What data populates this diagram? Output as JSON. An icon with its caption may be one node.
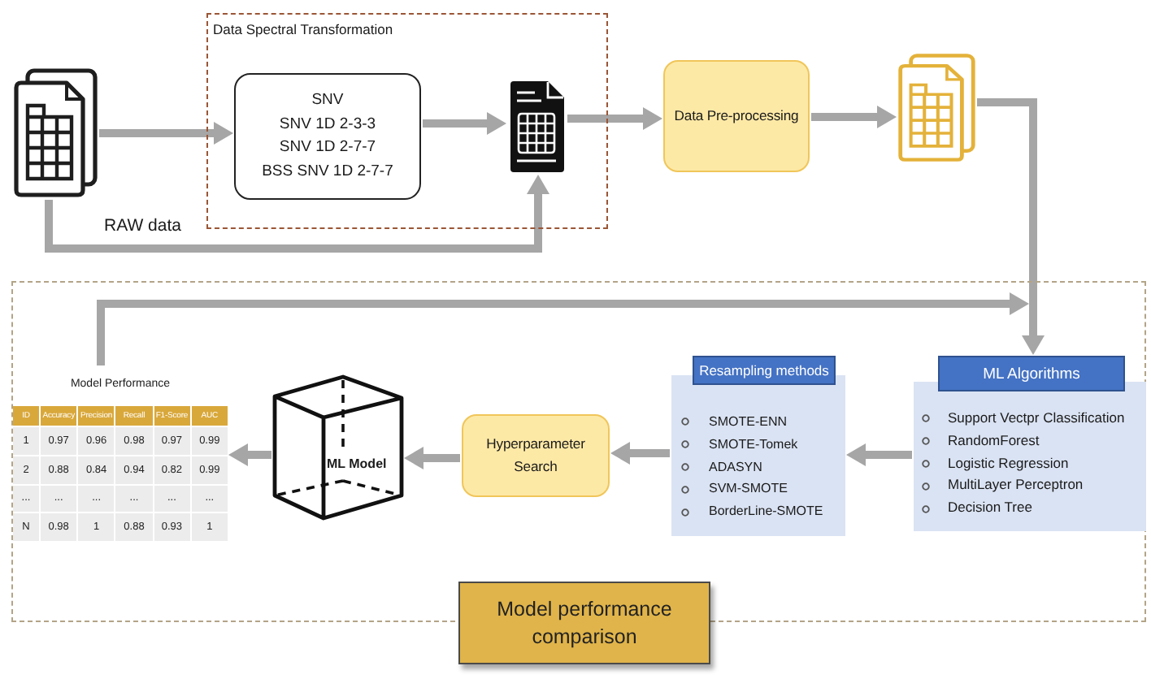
{
  "diagram": {
    "nodes": [
      {
        "text": [],
        "shape": "picture"
      },
      {
        "text": [
          "Data Spectral Transformation"
        ]
      },
      {
        "text": [
          "SNV",
          "SNV 1D 2-3-3",
          "SNV 1D 2-7-7",
          "BSS SNV 1D 2-7-7"
        ],
        "in": 1
      },
      {
        "text": [],
        "shape": "picture",
        "in": 1
      },
      {
        "text": [
          "Data Pre-processing"
        ]
      },
      {
        "text": [],
        "shape": "picture"
      },
      {
        "text": [
          "ML Algorithms",
          "Support Vectpr Classification",
          "RandomForest",
          "Logistic Regression",
          "MultiLayer Perceptron",
          "Decision Tree"
        ]
      },
      {
        "text": [
          "Resampling methods",
          "SMOTE-ENN",
          "SMOTE-Tomek",
          "ADASYN",
          "SVM-SMOTE",
          "BorderLine-SMOTE"
        ]
      },
      {
        "text": [
          "Hyperparameter Search"
        ]
      },
      {
        "text": [
          "ML Model"
        ]
      },
      {
        "text": [
          "Model Performance"
        ]
      },
      {
        "text": [
          "Model performance comparison"
        ]
      }
    ],
    "edges": [
      {
        "from": 0,
        "to": 2,
        "arrow": "to"
      },
      {
        "from": 2,
        "to": 3,
        "arrow": "to"
      },
      {
        "from": 0,
        "to": 3,
        "arrow": "to",
        "label": "RAW data"
      },
      {
        "from": 3,
        "to": 4,
        "arrow": "to"
      },
      {
        "from": 4,
        "to": 5,
        "arrow": "to"
      },
      {
        "from": 5,
        "to": 6,
        "arrow": "to"
      },
      {
        "from": 6,
        "to": 7,
        "arrow": "to"
      },
      {
        "from": 7,
        "to": 8,
        "arrow": "to"
      },
      {
        "from": 8,
        "to": 9,
        "arrow": "to"
      },
      {
        "from": 9,
        "to": 10,
        "arrow": "to"
      },
      {
        "from": 10,
        "to": 6,
        "arrow": "to"
      }
    ],
    "labels": [
      "ID",
      "Accuracy",
      "Precision",
      "Recall",
      "F1-Score",
      "AUC",
      "1",
      "0.97",
      "0.96",
      "0.98",
      "0.97",
      "0.99",
      "2",
      "0.88",
      "0.84",
      "0.94",
      "0.82",
      "0.99",
      "...",
      "...",
      "...",
      "...",
      "...",
      "...",
      "N",
      "0.98",
      "1",
      "0.88",
      "0.93",
      "1"
    ]
  }
}
